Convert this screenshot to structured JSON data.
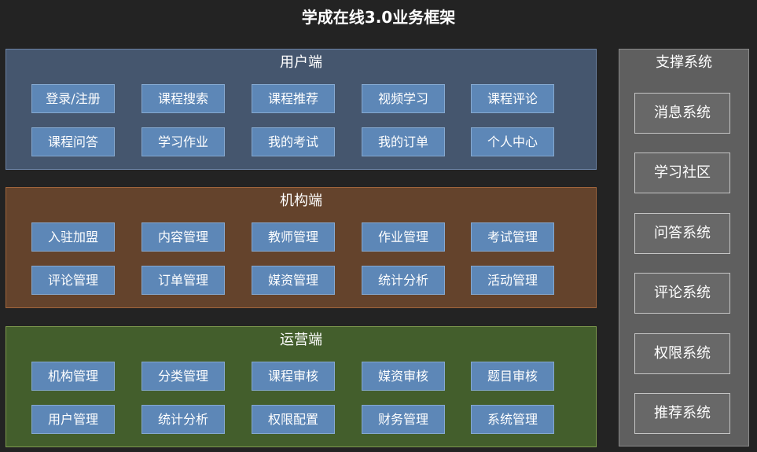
{
  "title": "学成在线3.0业务框架",
  "panels": [
    {
      "title": "用户端",
      "color": "#45566e",
      "rows": [
        [
          "登录/注册",
          "课程搜索",
          "课程推荐",
          "视频学习",
          "课程评论"
        ],
        [
          "课程问答",
          "学习作业",
          "我的考试",
          "我的订单",
          "个人中心"
        ]
      ]
    },
    {
      "title": "机构端",
      "color": "#64432c",
      "rows": [
        [
          "入驻加盟",
          "内容管理",
          "教师管理",
          "作业管理",
          "考试管理"
        ],
        [
          "评论管理",
          "订单管理",
          "媒资管理",
          "统计分析",
          "活动管理"
        ]
      ]
    },
    {
      "title": "运营端",
      "color": "#435e2c",
      "rows": [
        [
          "机构管理",
          "分类管理",
          "课程审核",
          "媒资审核",
          "题目审核"
        ],
        [
          "用户管理",
          "统计分析",
          "权限配置",
          "财务管理",
          "系统管理"
        ]
      ]
    }
  ],
  "support": {
    "title": "支撑系统",
    "color": "#5f5f5f",
    "items": [
      "消息系统",
      "学习社区",
      "问答系统",
      "评论系统",
      "权限系统",
      "推荐系统"
    ]
  },
  "colors": {
    "background": "#232323",
    "module_button": "#5d87b7"
  }
}
